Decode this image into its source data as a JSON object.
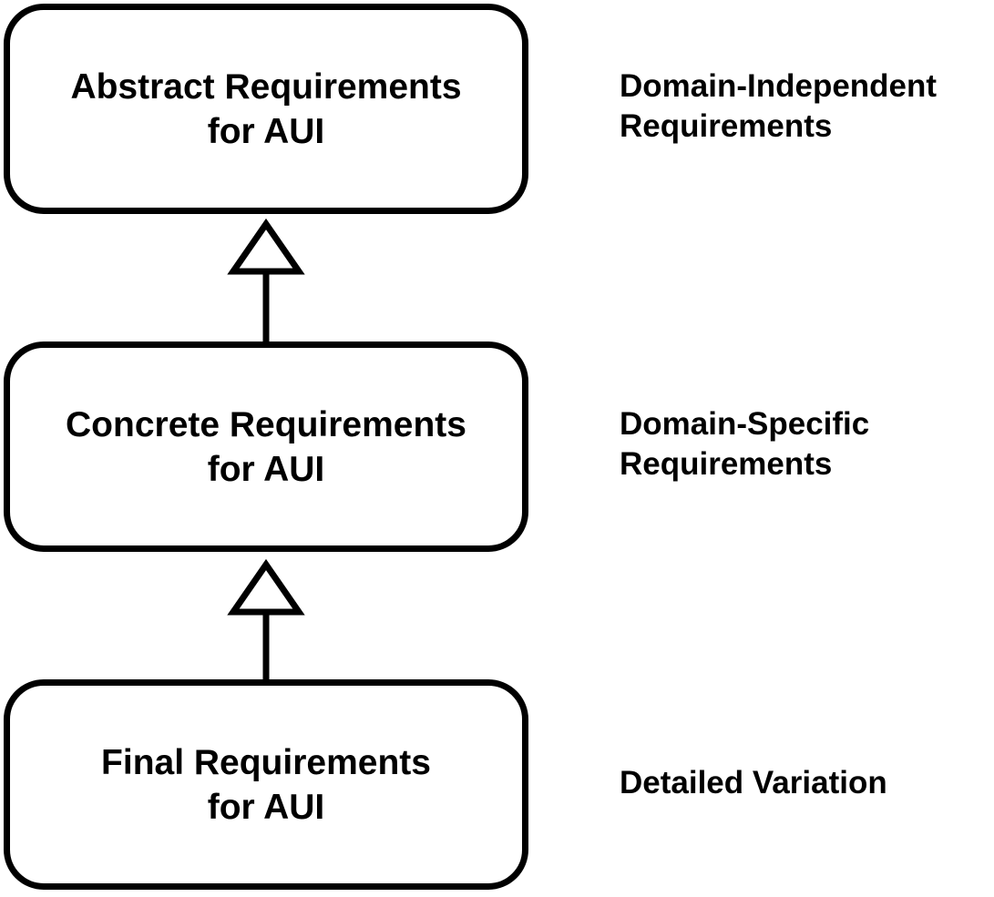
{
  "boxes": {
    "abstract": {
      "line1": "Abstract Requirements",
      "line2": "for AUI"
    },
    "concrete": {
      "line1": "Concrete Requirements",
      "line2": "for AUI"
    },
    "final": {
      "line1": "Final Requirements",
      "line2": "for AUI"
    }
  },
  "labels": {
    "abstract": {
      "line1": "Domain-Independent",
      "line2": "Requirements"
    },
    "concrete": {
      "line1": "Domain-Specific",
      "line2": "Requirements"
    },
    "final": {
      "line1": "Detailed Variation"
    }
  },
  "colors": {
    "stroke": "#000000",
    "background": "#ffffff"
  }
}
